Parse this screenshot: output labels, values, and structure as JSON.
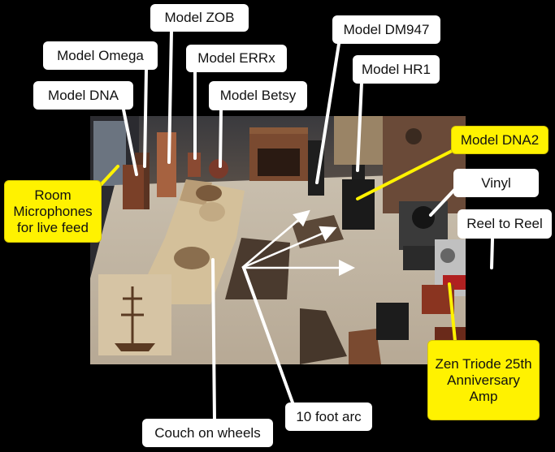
{
  "labels": {
    "model_zob": "Model ZOB",
    "model_omega": "Model Omega",
    "model_errx": "Model ERRx",
    "model_dna": "Model DNA",
    "model_betsy": "Model Betsy",
    "model_dm947": "Model DM947",
    "model_hr1": "Model HR1",
    "model_dna2": "Model DNA2",
    "room_mics": "Room Microphones for live feed",
    "vinyl": "Vinyl",
    "reel_to_reel": "Reel to Reel",
    "couch": "Couch on wheels",
    "arc": "10 foot arc",
    "amp": "Zen Triode 25th Anniversary Amp"
  },
  "colors": {
    "callout_white": "#ffffff",
    "callout_yellow": "#fff200",
    "background": "#000000"
  }
}
